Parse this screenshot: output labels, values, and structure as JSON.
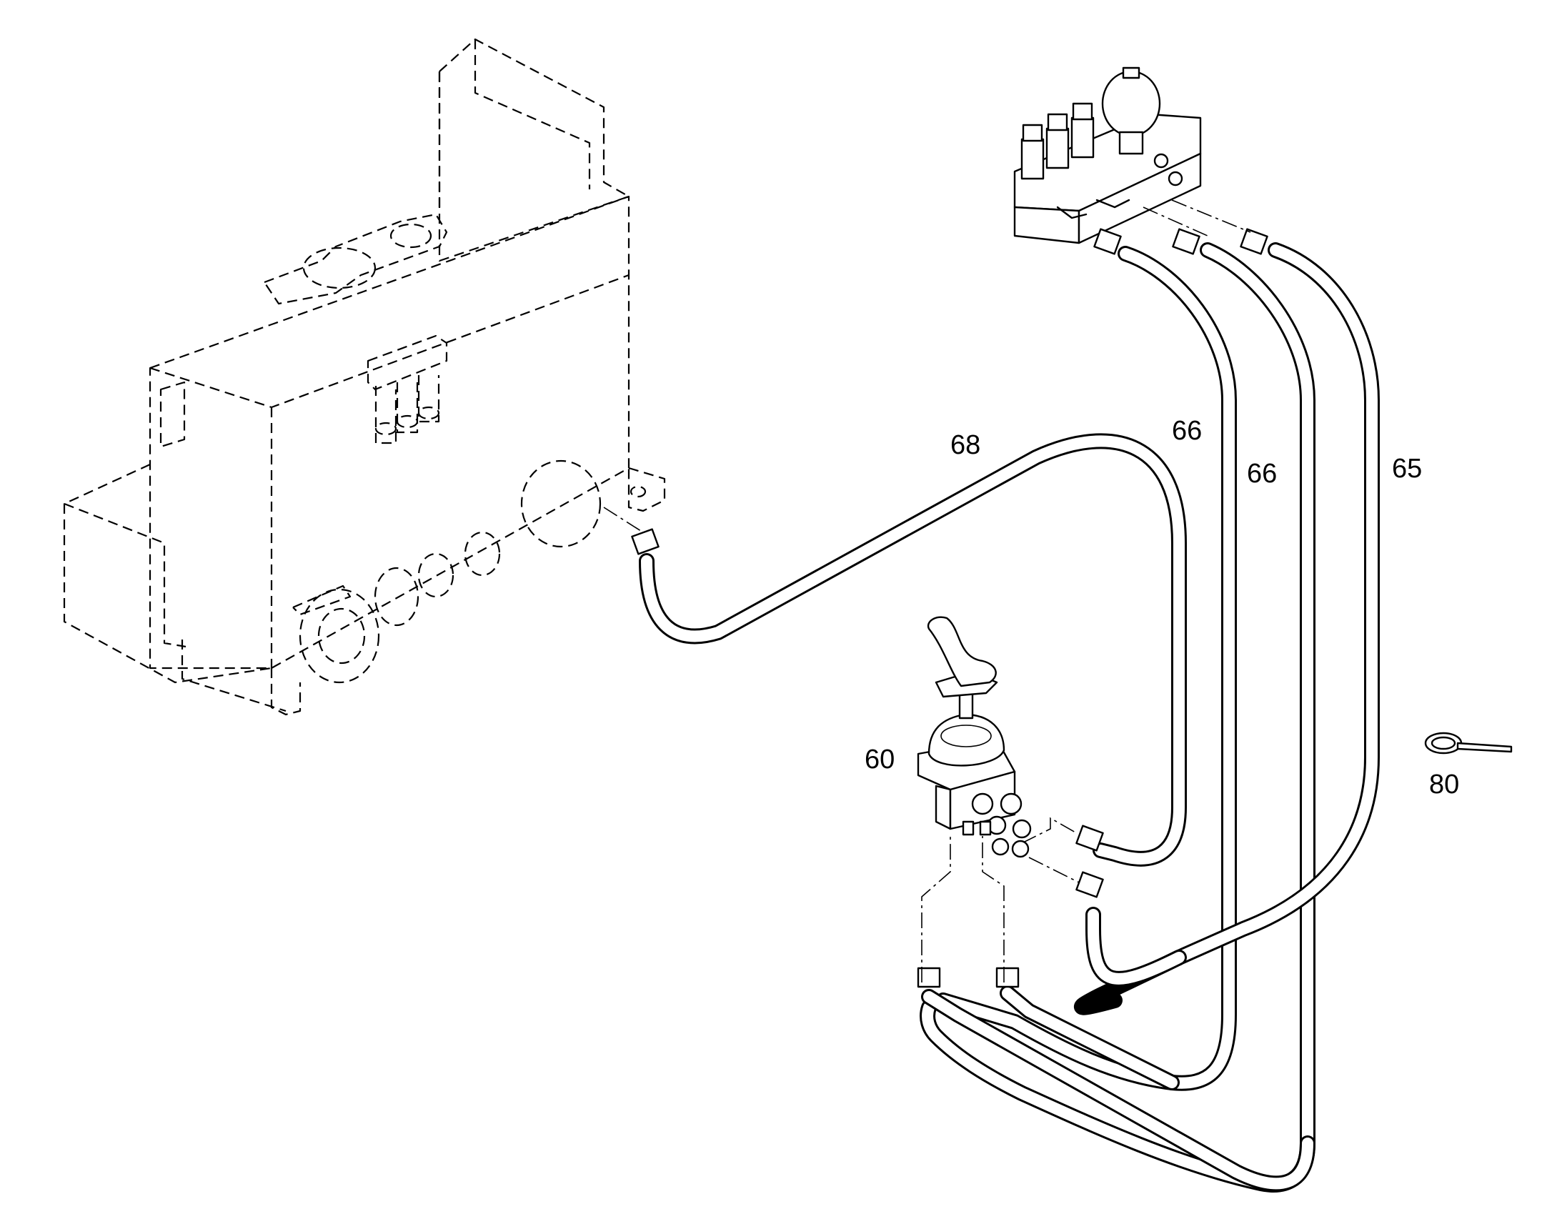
{
  "callouts": {
    "c60": "60",
    "c65": "65",
    "c66a": "66",
    "c66b": "66",
    "c68": "68",
    "c80": "80"
  },
  "parts": {
    "tank": "hydraulic-tank-icon",
    "valve_block": "valve-block-icon",
    "joystick": "joystick-valve-icon",
    "cable_tie": "cable-tie-icon"
  }
}
